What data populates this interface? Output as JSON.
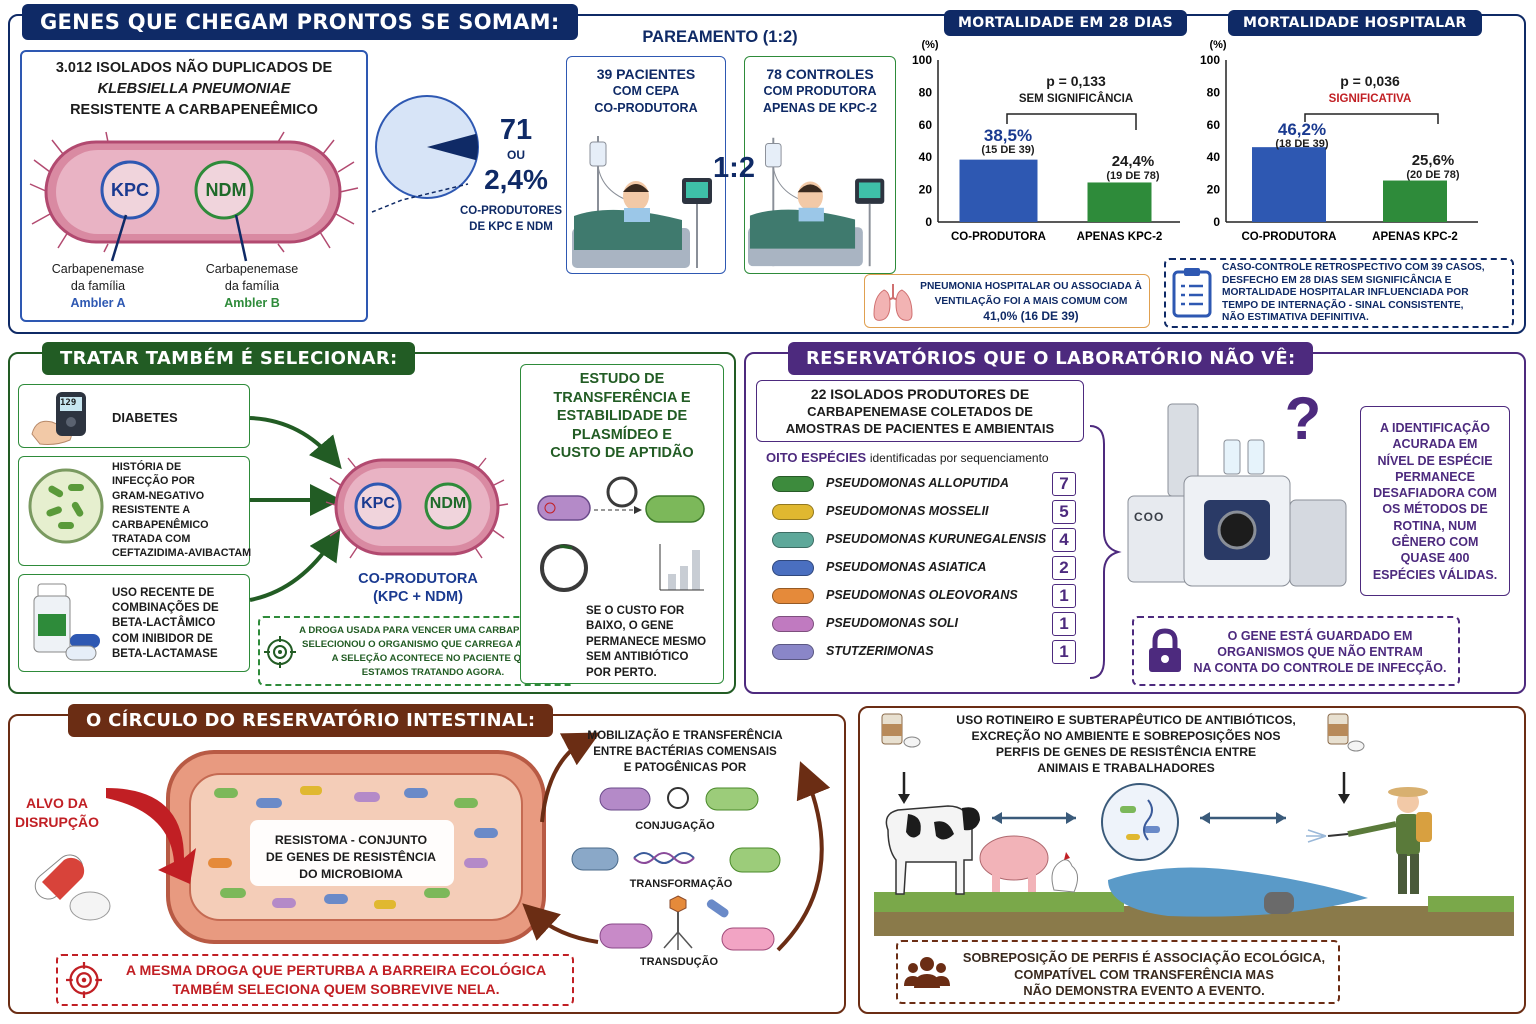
{
  "colors": {
    "navy": "#0f2a66",
    "darkgreen": "#225c24",
    "purple": "#4d2a7e",
    "brown": "#6b2d14",
    "red": "#c11f24",
    "blue": "#2e58b2",
    "green": "#2e8b3a"
  },
  "top": {
    "title": "GENES QUE CHEGAM PRONTOS SE SOMAM:",
    "isolates": {
      "line1": "3.012 ISOLADOS NÃO DUPLICADOS DE",
      "line2": "KLEBSIELLA PNEUMONIAE",
      "line3": "RESISTENTE A CARBAPENEÊMICO"
    },
    "kpc": "KPC",
    "ndm": "NDM",
    "kpc_label": [
      "Carbapenemase",
      "da família",
      "Ambler A"
    ],
    "ndm_label": [
      "Carbapenemase",
      "da família",
      "Ambler B"
    ],
    "pie": {
      "count": "71",
      "or": "OU",
      "pct": "2,4%",
      "label1": "CO-PRODUTORES",
      "label2": "DE KPC E NDM",
      "fraction": 0.024
    },
    "pairing": {
      "title": "PAREAMENTO (1:2)",
      "ratio": "1:2",
      "cases": [
        "39 PACIENTES",
        "COM CEPA",
        "CO-PRODUTORA"
      ],
      "controls": [
        "78 CONTROLES",
        "COM PRODUTORA",
        "APENAS DE KPC-2"
      ]
    },
    "chart28": {
      "title": "MORTALIDADE EM 28 DIAS",
      "unit": "(%)",
      "p": "p = 0,133",
      "sig": "SEM SIGNIFICÂNCIA",
      "v1": "38,5%",
      "s1": "(15 DE 39)",
      "v2": "24,4%",
      "s2": "(19 DE 78)",
      "c1": "CO-PRODUTORA",
      "c2": "APENAS KPC-2"
    },
    "charthosp": {
      "title": "MORTALIDADE HOSPITALAR",
      "unit": "(%)",
      "p": "p = 0,036",
      "sig": "SIGNIFICATIVA",
      "v1": "46,2%",
      "s1": "(18 DE 39)",
      "v2": "25,6%",
      "s2": "(20 DE 78)",
      "c1": "CO-PRODUTORA",
      "c2": "APENAS KPC-2"
    },
    "pneumonia": [
      "PNEUMONIA HOSPITALAR OU ASSOCIADA À",
      "VENTILAÇÃO FOI A MAIS COMUM COM",
      "41,0% (16 DE 39)"
    ],
    "study_note": [
      "CASO-CONTROLE RETROSPECTIVO COM 39 CASOS,",
      "DESFECHO EM 28 DIAS SEM SIGNIFICÂNCIA E",
      "MORTALIDADE HOSPITALAR INFLUENCIADA POR",
      "TEMPO DE INTERNAÇÃO - SINAL CONSISTENTE,",
      "NÃO ESTIMATIVA DEFINITIVA."
    ]
  },
  "chart_data": [
    {
      "type": "bar",
      "title": "MORTALIDADE EM 28 DIAS",
      "categories": [
        "CO-PRODUTORA",
        "APENAS KPC-2"
      ],
      "values": [
        38.5,
        24.4
      ],
      "ylabel": "(%)",
      "ylim": [
        0,
        100
      ],
      "yticks": [
        "0",
        "20",
        "40",
        "60",
        "80",
        "100"
      ]
    },
    {
      "type": "bar",
      "title": "MORTALIDADE HOSPITALAR",
      "categories": [
        "CO-PRODUTORA",
        "APENAS KPC-2"
      ],
      "values": [
        46.2,
        25.6
      ],
      "ylabel": "(%)",
      "ylim": [
        0,
        100
      ],
      "yticks": [
        "0",
        "20",
        "40",
        "60",
        "80",
        "100"
      ]
    }
  ],
  "select": {
    "title": "TRATAR TAMBÉM É SELECIONAR:",
    "glucose": "129",
    "diabetes": "DIABETES",
    "history": [
      "HISTÓRIA DE",
      "INFECÇÃO POR",
      "GRAM-NEGATIVO",
      "RESISTENTE A",
      "CARBAPENÊMICO",
      "TRATADA COM",
      "CEFTAZIDIMA-AVIBACTAM"
    ],
    "recent": [
      "USO RECENTE DE",
      "COMBINAÇÕES DE",
      "BETA-LACTÂMICO",
      "COM INIBIDOR DE",
      "BETA-LACTAMASE"
    ],
    "kpc": "KPC",
    "ndm": "NDM",
    "coprod1": "CO-PRODUTORA",
    "coprod2": "(KPC + NDM)",
    "drug_note": [
      "A DROGA USADA PARA VENCER UMA CARBAPENEMASE",
      "SELECIONOU O ORGANISMO QUE CARREGA A OUTRA -",
      "A SELEÇÃO ACONTECE NO PACIENTE QUE",
      "ESTAMOS TRATANDO AGORA."
    ],
    "study": [
      "ESTUDO DE",
      "TRANSFERÊNCIA E",
      "ESTABILIDADE DE",
      "PLASMÍDEO E",
      "CUSTO DE APTIDÃO"
    ],
    "cost": [
      "SE O CUSTO FOR",
      "BAIXO, O GENE",
      "PERMANECE MESMO",
      "SEM ANTIBIÓTICO",
      "POR PERTO."
    ]
  },
  "reservoir": {
    "title": "RESERVATÓRIOS QUE O LABORATÓRIO NÃO VÊ:",
    "isolates": [
      "22 ISOLADOS PRODUTORES DE",
      "CARBAPENEMASE COLETADOS DE",
      "AMOSTRAS DE PACIENTES E AMBIENTAIS"
    ],
    "species_head": "OITO ESPÉCIES",
    "species_sub": "identificadas por sequenciamento",
    "species": [
      {
        "name": "PSEUDOMONAS ALLOPUTIDA",
        "count": "7",
        "color": "#3d8b3d"
      },
      {
        "name": "PSEUDOMONAS MOSSELII",
        "count": "5",
        "color": "#e0b830"
      },
      {
        "name": "PSEUDOMONAS KURUNEGALENSIS",
        "count": "4",
        "color": "#5ea89a"
      },
      {
        "name": "PSEUDOMONAS ASIATICA",
        "count": "2",
        "color": "#4a6fc0"
      },
      {
        "name": "PSEUDOMONAS OLEOVORANS",
        "count": "1",
        "color": "#e58a3a"
      },
      {
        "name": "PSEUDOMONAS SOLI",
        "count": "1",
        "color": "#c07ac0"
      },
      {
        "name": "STUTZERIMONAS",
        "count": "1",
        "color": "#8a86c8"
      }
    ],
    "qmark": "?",
    "machine": "COO",
    "ident": [
      "A IDENTIFICAÇÃO",
      "ACURADA EM",
      "NÍVEL DE ESPÉCIE",
      "PERMANECE",
      "DESAFIADORA COM",
      "OS MÉTODOS DE",
      "ROTINA, NUM",
      "GÊNERO COM",
      "QUASE 400",
      "ESPÉCIES VÁLIDAS."
    ],
    "lock_note": [
      "O GENE ESTÁ GUARDADO EM",
      "ORGANISMOS QUE NÃO ENTRAM",
      "NA CONTA DO CONTROLE DE INFECÇÃO."
    ]
  },
  "gut": {
    "title": "O CÍRCULO DO RESERVATÓRIO INTESTINAL:",
    "alvo": [
      "ALVO DA",
      "DISRUPÇÃO"
    ],
    "resistoma": [
      "RESISTOMA - CONJUNTO",
      "DE GENES DE RESISTÊNCIA",
      "DO MICROBIOMA"
    ],
    "mob": [
      "MOBILIZAÇÃO E TRANSFERÊNCIA",
      "ENTRE BACTÉRIAS COMENSAIS",
      "E PATOGÊNICAS POR"
    ],
    "conj": "CONJUGAÇÃO",
    "transf": "TRANSFORMAÇÃO",
    "transd": "TRANSDUÇÃO",
    "drug_note": [
      "A MESMA DROGA QUE PERTURBA A BARREIRA ECOLÓGICA",
      "TAMBÉM SELECIONA QUEM SOBREVIVE NELA."
    ]
  },
  "eco": {
    "top": [
      "USO ROTINEIRO E SUBTERAPÊUTICO DE ANTIBIÓTICOS,",
      "EXCREÇÃO NO AMBIENTE E SOBREPOSIÇÕES NOS",
      "PERFIS DE GENES DE RESISTÊNCIA ENTRE",
      "ANIMAIS E TRABALHADORES"
    ],
    "bottom": [
      "SOBREPOSIÇÃO DE PERFIS É ASSOCIAÇÃO ECOLÓGICA,",
      "COMPATÍVEL COM TRANSFERÊNCIA MAS",
      "NÃO DEMONSTRA EVENTO A EVENTO."
    ]
  }
}
